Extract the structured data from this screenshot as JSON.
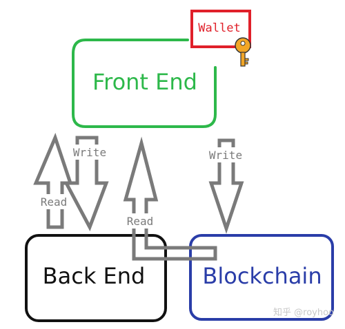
{
  "diagram": {
    "nodes": {
      "front_end": {
        "label": "Front End",
        "color": "#2db84a"
      },
      "back_end": {
        "label": "Back End",
        "color": "#111111"
      },
      "blockchain": {
        "label": "Blockchain",
        "color": "#2a3da8"
      },
      "wallet": {
        "label": "Wallet",
        "color": "#e0202a"
      }
    },
    "key_icon": {
      "name": "key-icon",
      "color": "#f2a626"
    },
    "arrows": [
      {
        "id": "backend-to-frontend",
        "label": "Read",
        "direction": "up"
      },
      {
        "id": "frontend-to-backend",
        "label": "Write",
        "direction": "down"
      },
      {
        "id": "blockchain-to-frontend",
        "label": "Read",
        "direction": "up"
      },
      {
        "id": "frontend-to-blockchain",
        "label": "Write",
        "direction": "down"
      }
    ],
    "arrow_color": "#7a7a7a",
    "watermark": "知乎 @royhoo"
  }
}
